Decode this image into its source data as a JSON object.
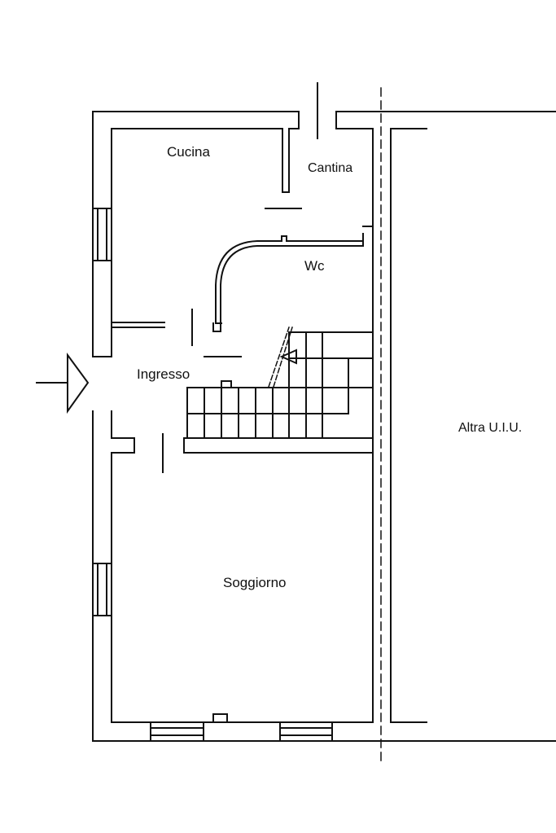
{
  "rooms": {
    "cucina": "Cucina",
    "cantina": "Cantina",
    "wc": "Wc",
    "ingresso": "Ingresso",
    "soggiorno": "Soggiorno",
    "altra": "Altra U.I.U."
  },
  "colors": {
    "wall": "#111111",
    "background": "#ffffff"
  },
  "icons": {
    "entrance": "entrance-arrow-icon"
  }
}
